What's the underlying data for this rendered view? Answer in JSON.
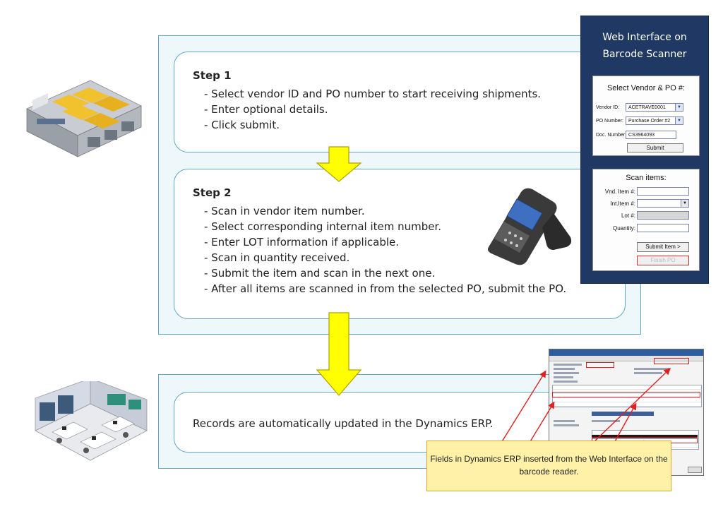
{
  "step1": {
    "title": "Step 1",
    "items": [
      "- Select vendor ID and PO number to start receiving shipments.",
      "- Enter optional details.",
      "- Click submit."
    ]
  },
  "step2": {
    "title": "Step 2",
    "items": [
      "- Scan in vendor item number.",
      "- Select corresponding internal item number.",
      "- Enter LOT information if applicable.",
      "- Scan in quantity received.",
      "- Submit the item and scan in the next one.",
      "- After all items are scanned in from the selected PO, submit the PO."
    ]
  },
  "records_text": "Records are automatically updated in the Dynamics ERP.",
  "web_interface": {
    "title_line1": "Web Interface on",
    "title_line2": "Barcode Scanner",
    "vendor_box": {
      "heading": "Select Vendor & PO #:",
      "vendor_id_label": "Vendor ID:",
      "vendor_id_value": "ACETRAVE0001",
      "po_number_label": "PO Number:",
      "po_number_value": "Purchase Order #2",
      "doc_number_label": "Doc. Number:",
      "doc_number_value": "CS3964093",
      "submit_label": "Submit"
    },
    "scan_box": {
      "heading": "Scan items:",
      "vnd_item_label": "Vnd. Item #:",
      "int_item_label": "Int.Item #:",
      "lot_label": "Lot #:",
      "quantity_label": "Quantity:",
      "submit_item_label": "Submit Item >",
      "finish_po_label": "Finish PO"
    }
  },
  "callout_text": "Fields in Dynamics ERP inserted from the Web Interface on the barcode reader.",
  "colors": {
    "frame_border": "#5fa7c9",
    "frame_fill": "#eef7fa",
    "arrow_fill": "#ffff00",
    "arrow_stroke": "#b0a000",
    "panel_bg": "#1f3864",
    "callout_fill": "#fff2a8",
    "highlight_red": "#e02020"
  }
}
